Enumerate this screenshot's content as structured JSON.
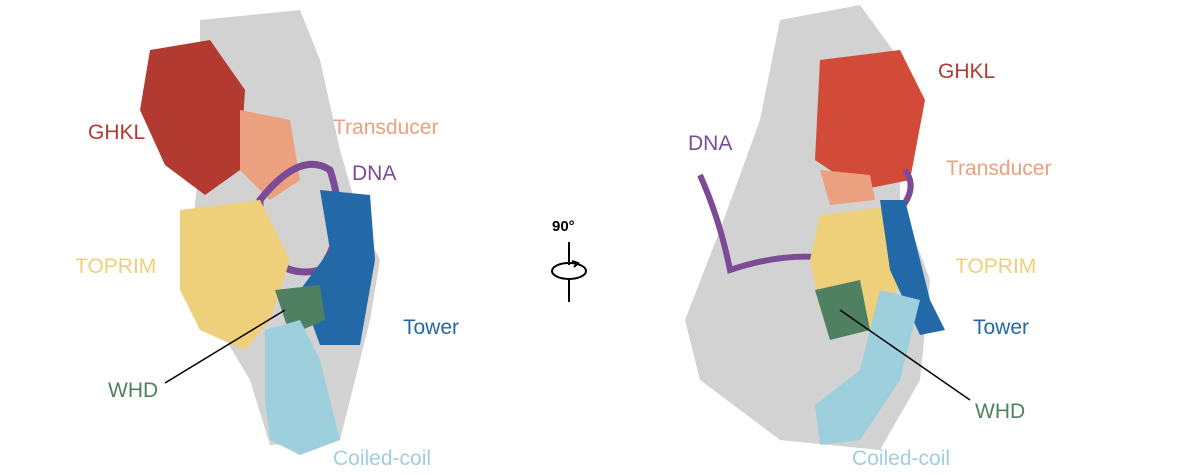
{
  "left_panel": {
    "labels": {
      "ghkl": "GHKL",
      "transducer": "Transducer",
      "dna": "DNA",
      "toprim": "TOPRIM",
      "tower": "Tower",
      "whd": "WHD",
      "coiled_coil": "Coiled-coil"
    }
  },
  "right_panel": {
    "labels": {
      "ghkl": "GHKL",
      "transducer": "Transducer",
      "dna": "DNA",
      "toprim": "TOPRIM",
      "tower": "Tower",
      "whd": "WHD",
      "coiled_coil": "Coiled-coil"
    }
  },
  "rotation": {
    "angle": "90°"
  },
  "colors": {
    "ghkl": "#b23a30",
    "transducer": "#eba07f",
    "dna": "#7b4b96",
    "toprim": "#efd07a",
    "tower": "#2369a8",
    "whd": "#4f8062",
    "coiled_coil": "#9ecfdd",
    "grey": "#c8c8c8"
  }
}
